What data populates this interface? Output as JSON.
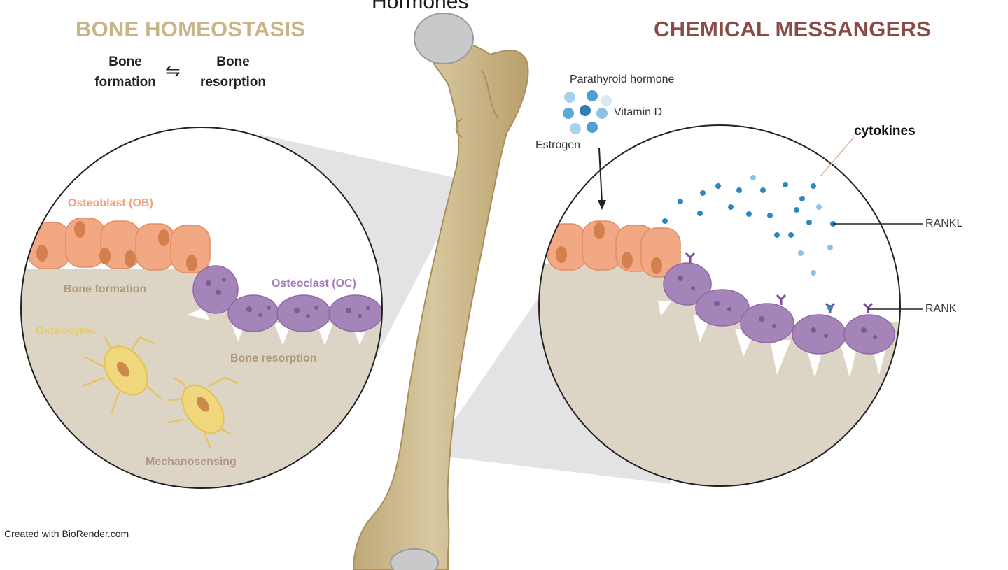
{
  "headers": {
    "top_partial": "Hormones",
    "left_title": "BONE HOMEOSTASIS",
    "right_title": "CHEMICAL MESSANGERS"
  },
  "balance": {
    "left": [
      "Bone",
      "formation"
    ],
    "right": [
      "Bone",
      "resorption"
    ],
    "symbol": "⇋"
  },
  "left_circle": {
    "osteoblast": "Osteoblast (OB)",
    "bone_formation": "Bone formation",
    "osteoclast": "Osteoclast (OC)",
    "osteocytes": "Osteocytes",
    "bone_resorption": "Bone resorption",
    "mechanosensing": "Mechanosensing"
  },
  "right_circle": {
    "parathyroid": "Parathyroid hormone",
    "vitamin_d": "Vitamin D",
    "estrogen": "Estrogen",
    "cytokines": "cytokines",
    "rankl": "RANKL",
    "rank": "RANK"
  },
  "credit": "Created with BioRender.com",
  "colors": {
    "bone_matrix": "#dcd5c6",
    "bone_shaft": "#d4c197",
    "osteoblast": "#f2a883",
    "osteoclast": "#a584b9",
    "osteocyte": "#f1d77c",
    "cytokine": "#2f86c0",
    "header_left": "#c9b487",
    "header_right": "#8a4a48"
  }
}
